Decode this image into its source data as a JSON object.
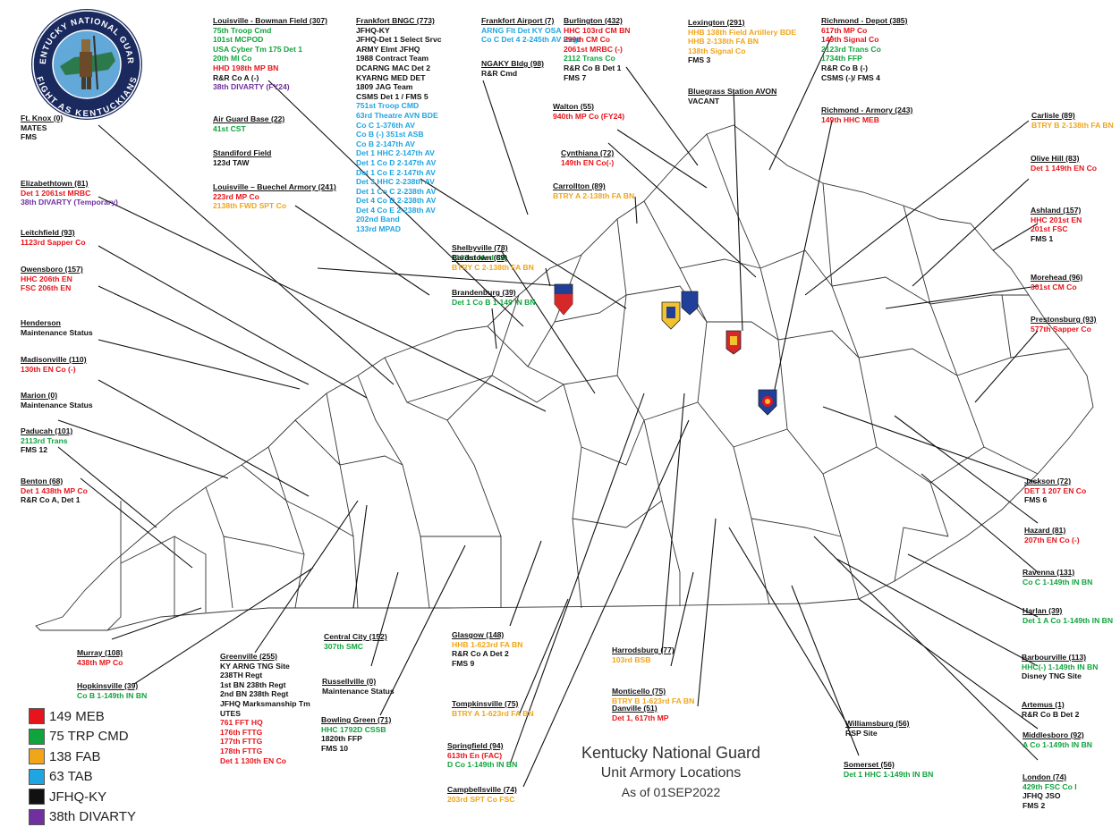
{
  "title": {
    "line1": "Kentucky National Guard",
    "line2": "Unit Armory Locations",
    "line3": "As of 01SEP2022"
  },
  "logo": {
    "top_text": "KENTUCKY NATIONAL GUARD",
    "bottom_text": "FIGHT AS KENTUCKIANS"
  },
  "colors": {
    "red": "#e8141b",
    "green": "#11a43e",
    "gold": "#f0a51a",
    "blue": "#1fa5e0",
    "black": "#111111",
    "purple": "#7030a0"
  },
  "legend": [
    {
      "label": "149 MEB",
      "color": "#e8141b"
    },
    {
      "label": "75 TRP CMD",
      "color": "#11a43e"
    },
    {
      "label": "138 FAB",
      "color": "#f0a51a"
    },
    {
      "label": "63 TAB",
      "color": "#1fa5e0"
    },
    {
      "label": "JFHQ-KY",
      "color": "#111111"
    },
    {
      "label": "38th DIVARTY",
      "color": "#7030a0"
    }
  ],
  "locations": [
    {
      "title": "Louisville - Bowman Field (307)",
      "units": [
        {
          "t": "75th Troop Cmd",
          "c": "green"
        },
        {
          "t": "101st MCPOD",
          "c": "green"
        },
        {
          "t": "USA Cyber Tm 175 Det 1",
          "c": "green"
        },
        {
          "t": "20th MI Co",
          "c": "green"
        },
        {
          "t": "HHD 198th MP BN",
          "c": "red"
        },
        {
          "t": "R&R Co A (-)",
          "c": "black"
        },
        {
          "t": "38th DIVARTY (FY24)",
          "c": "purple"
        }
      ]
    },
    {
      "title": "Frankfort BNGC (773)",
      "units": [
        {
          "t": "JFHQ-KY",
          "c": "black"
        },
        {
          "t": "JFHQ-Det 1 Select Srvc",
          "c": "black"
        },
        {
          "t": "ARMY Elmt JFHQ",
          "c": "black"
        },
        {
          "t": "1988 Contract Team",
          "c": "black"
        },
        {
          "t": "DCARNG MAC Det 2",
          "c": "black"
        },
        {
          "t": "KYARNG MED DET",
          "c": "black"
        },
        {
          "t": "1809 JAG Team",
          "c": "black"
        },
        {
          "t": "CSMS Det 1 / FMS 5",
          "c": "black"
        },
        {
          "t": "751st Troop CMD",
          "c": "blue"
        },
        {
          "t": "63rd Theatre AVN BDE",
          "c": "blue"
        },
        {
          "t": "Co C 1-376th AV",
          "c": "blue"
        },
        {
          "t": "Co B (-) 351st ASB",
          "c": "blue"
        },
        {
          "t": "Co B 2-147th AV",
          "c": "blue"
        },
        {
          "t": "Det 1 HHC 2-147th AV",
          "c": "blue"
        },
        {
          "t": "Det 1 Co D 2-147th AV",
          "c": "blue"
        },
        {
          "t": "Det 1 Co E 2-147th AV",
          "c": "blue"
        },
        {
          "t": "Det 3 HHC 2-238th AV",
          "c": "blue"
        },
        {
          "t": "Det 1 Co C 2-238th AV",
          "c": "blue"
        },
        {
          "t": "Det 4 Co D 2-238th AV",
          "c": "blue"
        },
        {
          "t": "Det 4 Co E 2-238th AV",
          "c": "blue"
        },
        {
          "t": "202nd Band",
          "c": "blue"
        },
        {
          "t": "133rd MPAD",
          "c": "blue"
        }
      ]
    },
    {
      "title": "Frankfort Airport (7)",
      "units": [
        {
          "t": "ARNG Flt Det KY OSA",
          "c": "blue"
        },
        {
          "t": "Co C Det 4 2-245th AV Regt",
          "c": "blue"
        }
      ]
    },
    {
      "title": "NGAKY Bldg (98)",
      "units": [
        {
          "t": "R&R Cmd",
          "c": "black"
        }
      ]
    },
    {
      "title": "Burlington (432)",
      "units": [
        {
          "t": "HHC 103rd CM BN",
          "c": "red"
        },
        {
          "t": "299th CM Co",
          "c": "red"
        },
        {
          "t": "2061st MRBC (-)",
          "c": "red"
        },
        {
          "t": "2112 Trans Co",
          "c": "green"
        },
        {
          "t": "R&R Co B Det 1",
          "c": "black"
        },
        {
          "t": "FMS 7",
          "c": "black"
        }
      ]
    },
    {
      "title": "Lexington (291)",
      "units": [
        {
          "t": "HHB 138th Field Artillery BDE",
          "c": "gold"
        },
        {
          "t": "HHB 2-138th FA BN",
          "c": "gold"
        },
        {
          "t": "138th Signal Co",
          "c": "gold"
        },
        {
          "t": "FMS 3",
          "c": "black"
        }
      ]
    },
    {
      "title": "Bluegrass Station AVON",
      "units": [
        {
          "t": "VACANT",
          "c": "black"
        }
      ]
    },
    {
      "title": "Richmond - Depot (385)",
      "units": [
        {
          "t": "617th MP Co",
          "c": "red"
        },
        {
          "t": "149th Signal Co",
          "c": "red"
        },
        {
          "t": "2123rd Trans Co",
          "c": "green"
        },
        {
          "t": "1734th FFP",
          "c": "green"
        },
        {
          "t": "R&R Co B (-)",
          "c": "black"
        },
        {
          "t": "CSMS (-)/ FMS 4",
          "c": "black"
        }
      ]
    },
    {
      "title": "Richmond - Armory (243)",
      "units": [
        {
          "t": "149th HHC MEB",
          "c": "red"
        }
      ]
    },
    {
      "title": "Ft. Knox (0)",
      "units": [
        {
          "t": "MATES",
          "c": "black"
        },
        {
          "t": "FMS",
          "c": "black"
        }
      ]
    },
    {
      "title": "Air Guard Base (22)",
      "units": [
        {
          "t": "41st CST",
          "c": "green"
        }
      ]
    },
    {
      "title": "Standiford Field",
      "units": [
        {
          "t": "123d TAW",
          "c": "black"
        }
      ]
    },
    {
      "title": "Louisville – Buechel Armory (241)",
      "units": [
        {
          "t": "223rd MP Co",
          "c": "red"
        },
        {
          "t": "2138th FWD SPT Co",
          "c": "gold"
        }
      ]
    },
    {
      "title": "Walton (55)",
      "units": [
        {
          "t": "940th MP Co (FY24)",
          "c": "red"
        }
      ]
    },
    {
      "title": "Cynthiana (72)",
      "units": [
        {
          "t": "149th EN Co(-)",
          "c": "red"
        }
      ]
    },
    {
      "title": "Carrollton (89)",
      "units": [
        {
          "t": "BTRY A 2-138th FA BN",
          "c": "gold"
        }
      ]
    },
    {
      "title": "Carlisle (89)",
      "units": [
        {
          "t": "BTRY B 2-138th FA BN",
          "c": "gold"
        }
      ]
    },
    {
      "title": "Olive Hill (83)",
      "units": [
        {
          "t": "Det 1 149th EN Co",
          "c": "red"
        }
      ]
    },
    {
      "title": "Ashland (157)",
      "units": [
        {
          "t": "HHC 201st EN",
          "c": "red"
        },
        {
          "t": "201st FSC",
          "c": "red"
        },
        {
          "t": "FMS 1",
          "c": "black"
        }
      ]
    },
    {
      "title": "Morehead (96)",
      "units": [
        {
          "t": "301st CM Co",
          "c": "red"
        }
      ]
    },
    {
      "title": "Prestonsburg (93)",
      "units": [
        {
          "t": "577th Sapper Co",
          "c": "red"
        }
      ]
    },
    {
      "title": "Elizabethtown (81)",
      "units": [
        {
          "t": "Det 1 2061st MRBC",
          "c": "red"
        },
        {
          "t": "38th DIVARTY (Temporary)",
          "c": "purple"
        }
      ]
    },
    {
      "title": "Leitchfield (93)",
      "units": [
        {
          "t": "1123rd Sapper Co",
          "c": "red"
        }
      ]
    },
    {
      "title": "Owensboro (157)",
      "units": [
        {
          "t": "HHC 206th EN",
          "c": "red"
        },
        {
          "t": "FSC 206th EN",
          "c": "red"
        }
      ]
    },
    {
      "title": "Henderson",
      "units": [
        {
          "t": "Maintenance Status",
          "c": "black"
        }
      ]
    },
    {
      "title": "Madisonville (110)",
      "units": [
        {
          "t": "130th EN Co (-)",
          "c": "red"
        }
      ]
    },
    {
      "title": "Marion (0)",
      "units": [
        {
          "t": "Maintenance Status",
          "c": "black"
        }
      ]
    },
    {
      "title": "Paducah (101)",
      "units": [
        {
          "t": "2113rd Trans",
          "c": "green"
        },
        {
          "t": "FMS 12",
          "c": "black"
        }
      ]
    },
    {
      "title": "Benton (68)",
      "units": [
        {
          "t": "Det 1 438th MP Co",
          "c": "red"
        },
        {
          "t": "R&R Co A, Det 1",
          "c": "black"
        }
      ]
    },
    {
      "title": "Murray (108)",
      "units": [
        {
          "t": "438th MP Co",
          "c": "red"
        }
      ]
    },
    {
      "title": "Hopkinsville (39)",
      "units": [
        {
          "t": "Co B 1-149th IN BN",
          "c": "green"
        }
      ]
    },
    {
      "title": "Greenville (255)",
      "units": [
        {
          "t": "KY ARNG TNG Site",
          "c": "black"
        },
        {
          "t": "238TH Regt",
          "c": "black"
        },
        {
          "t": "1st BN 238th Regt",
          "c": "black"
        },
        {
          "t": "2nd BN 238th Regt",
          "c": "black"
        },
        {
          "t": "JFHQ Marksmanship Tm",
          "c": "black"
        },
        {
          "t": "UTES",
          "c": "black"
        },
        {
          "t": "761 FFT HQ",
          "c": "red"
        },
        {
          "t": "176th FTTG",
          "c": "red"
        },
        {
          "t": "177th FTTG",
          "c": "red"
        },
        {
          "t": "178th FTTG",
          "c": "red"
        },
        {
          "t": "Det 1 130th EN Co",
          "c": "red"
        }
      ]
    },
    {
      "title": "Central City (152)",
      "units": [
        {
          "t": "307th SMC",
          "c": "green"
        }
      ]
    },
    {
      "title": "Russellville (0)",
      "units": [
        {
          "t": "Maintenance Status",
          "c": "black"
        }
      ]
    },
    {
      "title": "Bowling Green (71)",
      "units": [
        {
          "t": "HHC 1792D CSSB",
          "c": "green"
        },
        {
          "t": "1820th FFP",
          "c": "black"
        },
        {
          "t": "FMS 10",
          "c": "black"
        }
      ]
    },
    {
      "title": "Shelbyville (78)",
      "units": [
        {
          "t": "1163rd Med Co",
          "c": "green"
        }
      ]
    },
    {
      "title": "Bardstown (89)",
      "units": [
        {
          "t": "BTRY C 2-138th FA BN",
          "c": "gold"
        }
      ]
    },
    {
      "title": "Brandenburg (39)",
      "units": [
        {
          "t": "Det 1 Co B 1-149 IN BN",
          "c": "green"
        }
      ]
    },
    {
      "title": "Glasgow (148)",
      "units": [
        {
          "t": "HHB 1-623rd FA BN",
          "c": "gold"
        },
        {
          "t": "R&R Co A Det 2",
          "c": "black"
        },
        {
          "t": "FMS 9",
          "c": "black"
        }
      ]
    },
    {
      "title": "Tompkinsville (75)",
      "units": [
        {
          "t": "BTRY A 1-623rd FA BN",
          "c": "gold"
        }
      ]
    },
    {
      "title": "Springfield (94)",
      "units": [
        {
          "t": "613th En (FAC)",
          "c": "red"
        },
        {
          "t": "D Co 1-149th IN BN",
          "c": "green"
        }
      ]
    },
    {
      "title": "Campbellsville (74)",
      "units": [
        {
          "t": "203rd SPT Co FSC",
          "c": "gold"
        }
      ]
    },
    {
      "title": "Harrodsburg (77)",
      "units": [
        {
          "t": "103rd BSB",
          "c": "gold"
        }
      ]
    },
    {
      "title": "Monticello (75)",
      "units": [
        {
          "t": "BTRY B 1-623rd FA BN",
          "c": "gold"
        }
      ]
    },
    {
      "title": "Danville (51)",
      "units": [
        {
          "t": "Det 1, 617th MP",
          "c": "red"
        }
      ]
    },
    {
      "title": "Williamsburg (56)",
      "units": [
        {
          "t": "RSP Site",
          "c": "black"
        }
      ]
    },
    {
      "title": "Somerset (56)",
      "units": [
        {
          "t": "Det 1 HHC 1-149th IN BN",
          "c": "green"
        }
      ]
    },
    {
      "title": "Jackson (72)",
      "units": [
        {
          "t": "DET 1 207 EN Co",
          "c": "red"
        },
        {
          "t": "FMS 6",
          "c": "black"
        }
      ]
    },
    {
      "title": "Hazard (81)",
      "units": [
        {
          "t": "207th EN Co (-)",
          "c": "red"
        }
      ]
    },
    {
      "title": "Ravenna (131)",
      "units": [
        {
          "t": "Co C 1-149th IN BN",
          "c": "green"
        }
      ]
    },
    {
      "title": "Harlan (39)",
      "units": [
        {
          "t": "Det 1 A Co 1-149th IN BN",
          "c": "green"
        }
      ]
    },
    {
      "title": "Barbourville (113)",
      "units": [
        {
          "t": "HHC(-) 1-149th IN BN",
          "c": "green"
        },
        {
          "t": "Disney TNG Site",
          "c": "black"
        }
      ]
    },
    {
      "title": "Artemus (1)",
      "units": [
        {
          "t": "R&R Co B Det 2",
          "c": "black"
        }
      ]
    },
    {
      "title": "Middlesboro (92)",
      "units": [
        {
          "t": "A Co 1-149th IN BN",
          "c": "green"
        }
      ]
    },
    {
      "title": "London (74)",
      "units": [
        {
          "t": "429th FSC Co I",
          "c": "green"
        },
        {
          "t": "JFHQ JSO",
          "c": "black"
        },
        {
          "t": "FMS 2",
          "c": "black"
        }
      ]
    }
  ]
}
